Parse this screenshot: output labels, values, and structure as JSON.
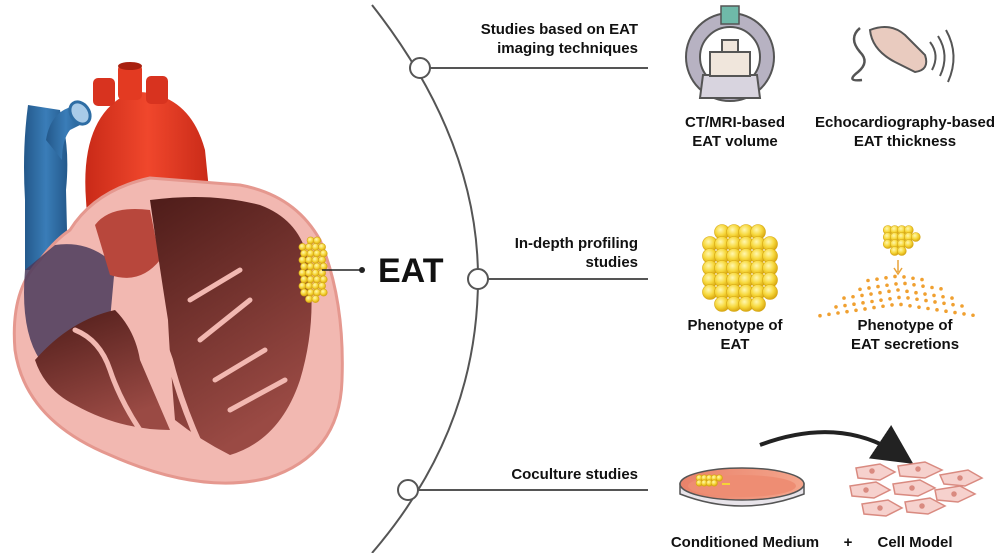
{
  "center_label": "EAT",
  "branches": [
    {
      "id": "imaging",
      "line1": "Studies based on EAT",
      "line2": "imaging techniques"
    },
    {
      "id": "profiling",
      "line1": "In-depth profiling",
      "line2": "studies"
    },
    {
      "id": "coculture",
      "line1": "Coculture studies"
    }
  ],
  "imaging_items": [
    {
      "line1": "CT/MRI-based",
      "line2": "EAT volume"
    },
    {
      "line1": "Echocardiography-based",
      "line2": "EAT thickness"
    }
  ],
  "profiling_items": [
    {
      "line1": "Phenotype of",
      "line2": "EAT"
    },
    {
      "line1": "Phenotype of",
      "line2": "EAT secretions"
    }
  ],
  "coculture_items": {
    "left": "Conditioned Medium",
    "plus": "+",
    "right": "Cell Model"
  },
  "colors": {
    "aorta": "#e8391f",
    "vena_cava": "#2e6da4",
    "heart_wall": "#f0b3ac",
    "chamber": "#6a2a26",
    "fat": "#f6d338",
    "line": "#555555"
  }
}
